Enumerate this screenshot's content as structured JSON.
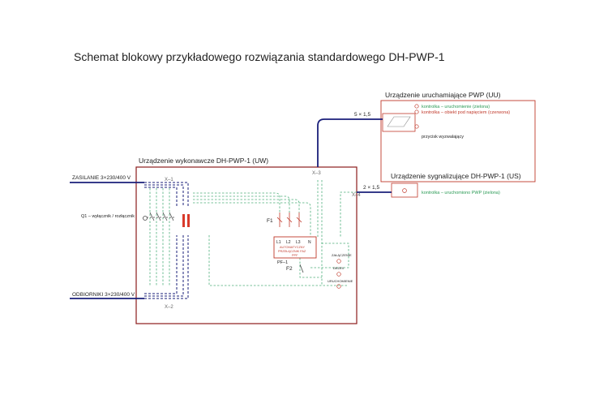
{
  "title": "Schemat blokowy przykładowego rozwiązania standardowego DH-PWP-1",
  "boxes": {
    "uw": "Urządzenie wykonawcze DH-PWP-1 (UW)",
    "uu": "Urządzenie uruchamiające PWP (UU)",
    "us": "Urządzenie sygnalizujące DH-PWP-1 (US)"
  },
  "uu_items": {
    "green_lamp": "kontrolka – uruchomienie (zielona)",
    "red_lamp": "kontrolka – obiekt pod napięciem (czerwona)",
    "button": "przycisk wyzwalający"
  },
  "us_items": {
    "green_lamp": "kontrolka – uruchomiono  PWP (zielona)"
  },
  "supply": {
    "in": "ZASILANIE 3×230/400 V",
    "out": "ODBIORNIKI 3×230/400 V"
  },
  "q1": "Q1 – wyłącznik / rozłącznik",
  "cables": {
    "uu": "5 × 1,5",
    "us": "2 × 1,5"
  },
  "connectors": {
    "x1": "X–1",
    "x2": "X–2",
    "x3": "X–3",
    "x4": "X–4"
  },
  "module": {
    "terminals": [
      "L1",
      "L2",
      "L3",
      "N"
    ],
    "name1": "AUTOMATYCZNY",
    "name2": "PRZEŁĄCZNIK FAZ",
    "name3": "PPF",
    "tag": "PF–1"
  },
  "fuses": {
    "f1": "F1",
    "f2": "F2"
  },
  "indicators": [
    "ZAŁĄCZENIE",
    "DEZEX",
    "URUCHOMIENIE"
  ],
  "colors": {
    "frame": "#8b1c1c",
    "cable": "#1a1f7a",
    "wire_green": "#4caf7a",
    "red": "#d93a2b"
  }
}
